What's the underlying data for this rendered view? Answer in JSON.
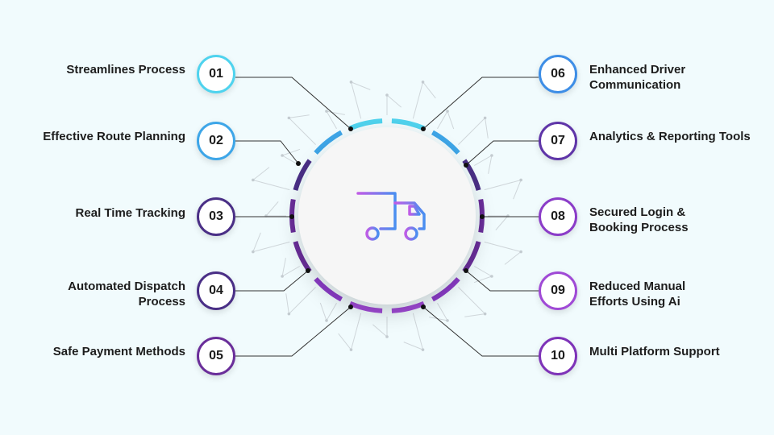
{
  "items": [
    {
      "num": "01",
      "label": "Streamlines Process",
      "color": "#4fd3ee"
    },
    {
      "num": "02",
      "label": "Effective Route Planning",
      "color": "#3ea6e8"
    },
    {
      "num": "03",
      "label": "Real Time Tracking",
      "color": "#4a2f86"
    },
    {
      "num": "04",
      "label": "Automated Dispatch Process",
      "color": "#4a2f86"
    },
    {
      "num": "05",
      "label": "Safe Payment Methods",
      "color": "#6a2e9a"
    },
    {
      "num": "06",
      "label": "Enhanced Driver Communication",
      "color": "#3e8ee6"
    },
    {
      "num": "07",
      "label": "Analytics & Reporting Tools",
      "color": "#5f35a8"
    },
    {
      "num": "08",
      "label": "Secured Login & Booking Process",
      "color": "#8b3cc8"
    },
    {
      "num": "09",
      "label": "Reduced Manual Efforts Using Ai",
      "color": "#a04ad6"
    },
    {
      "num": "10",
      "label": "Multi Platform Support",
      "color": "#7e33b8"
    }
  ],
  "center_icon": "delivery-truck-icon",
  "colors": {
    "background": "#f1fbfd",
    "connector": "#333333",
    "ring_gradient": [
      "#4fd3ee",
      "#3ea6e8",
      "#4a2f86",
      "#6a2e9a",
      "#8b3cc8",
      "#a04ad6"
    ]
  }
}
